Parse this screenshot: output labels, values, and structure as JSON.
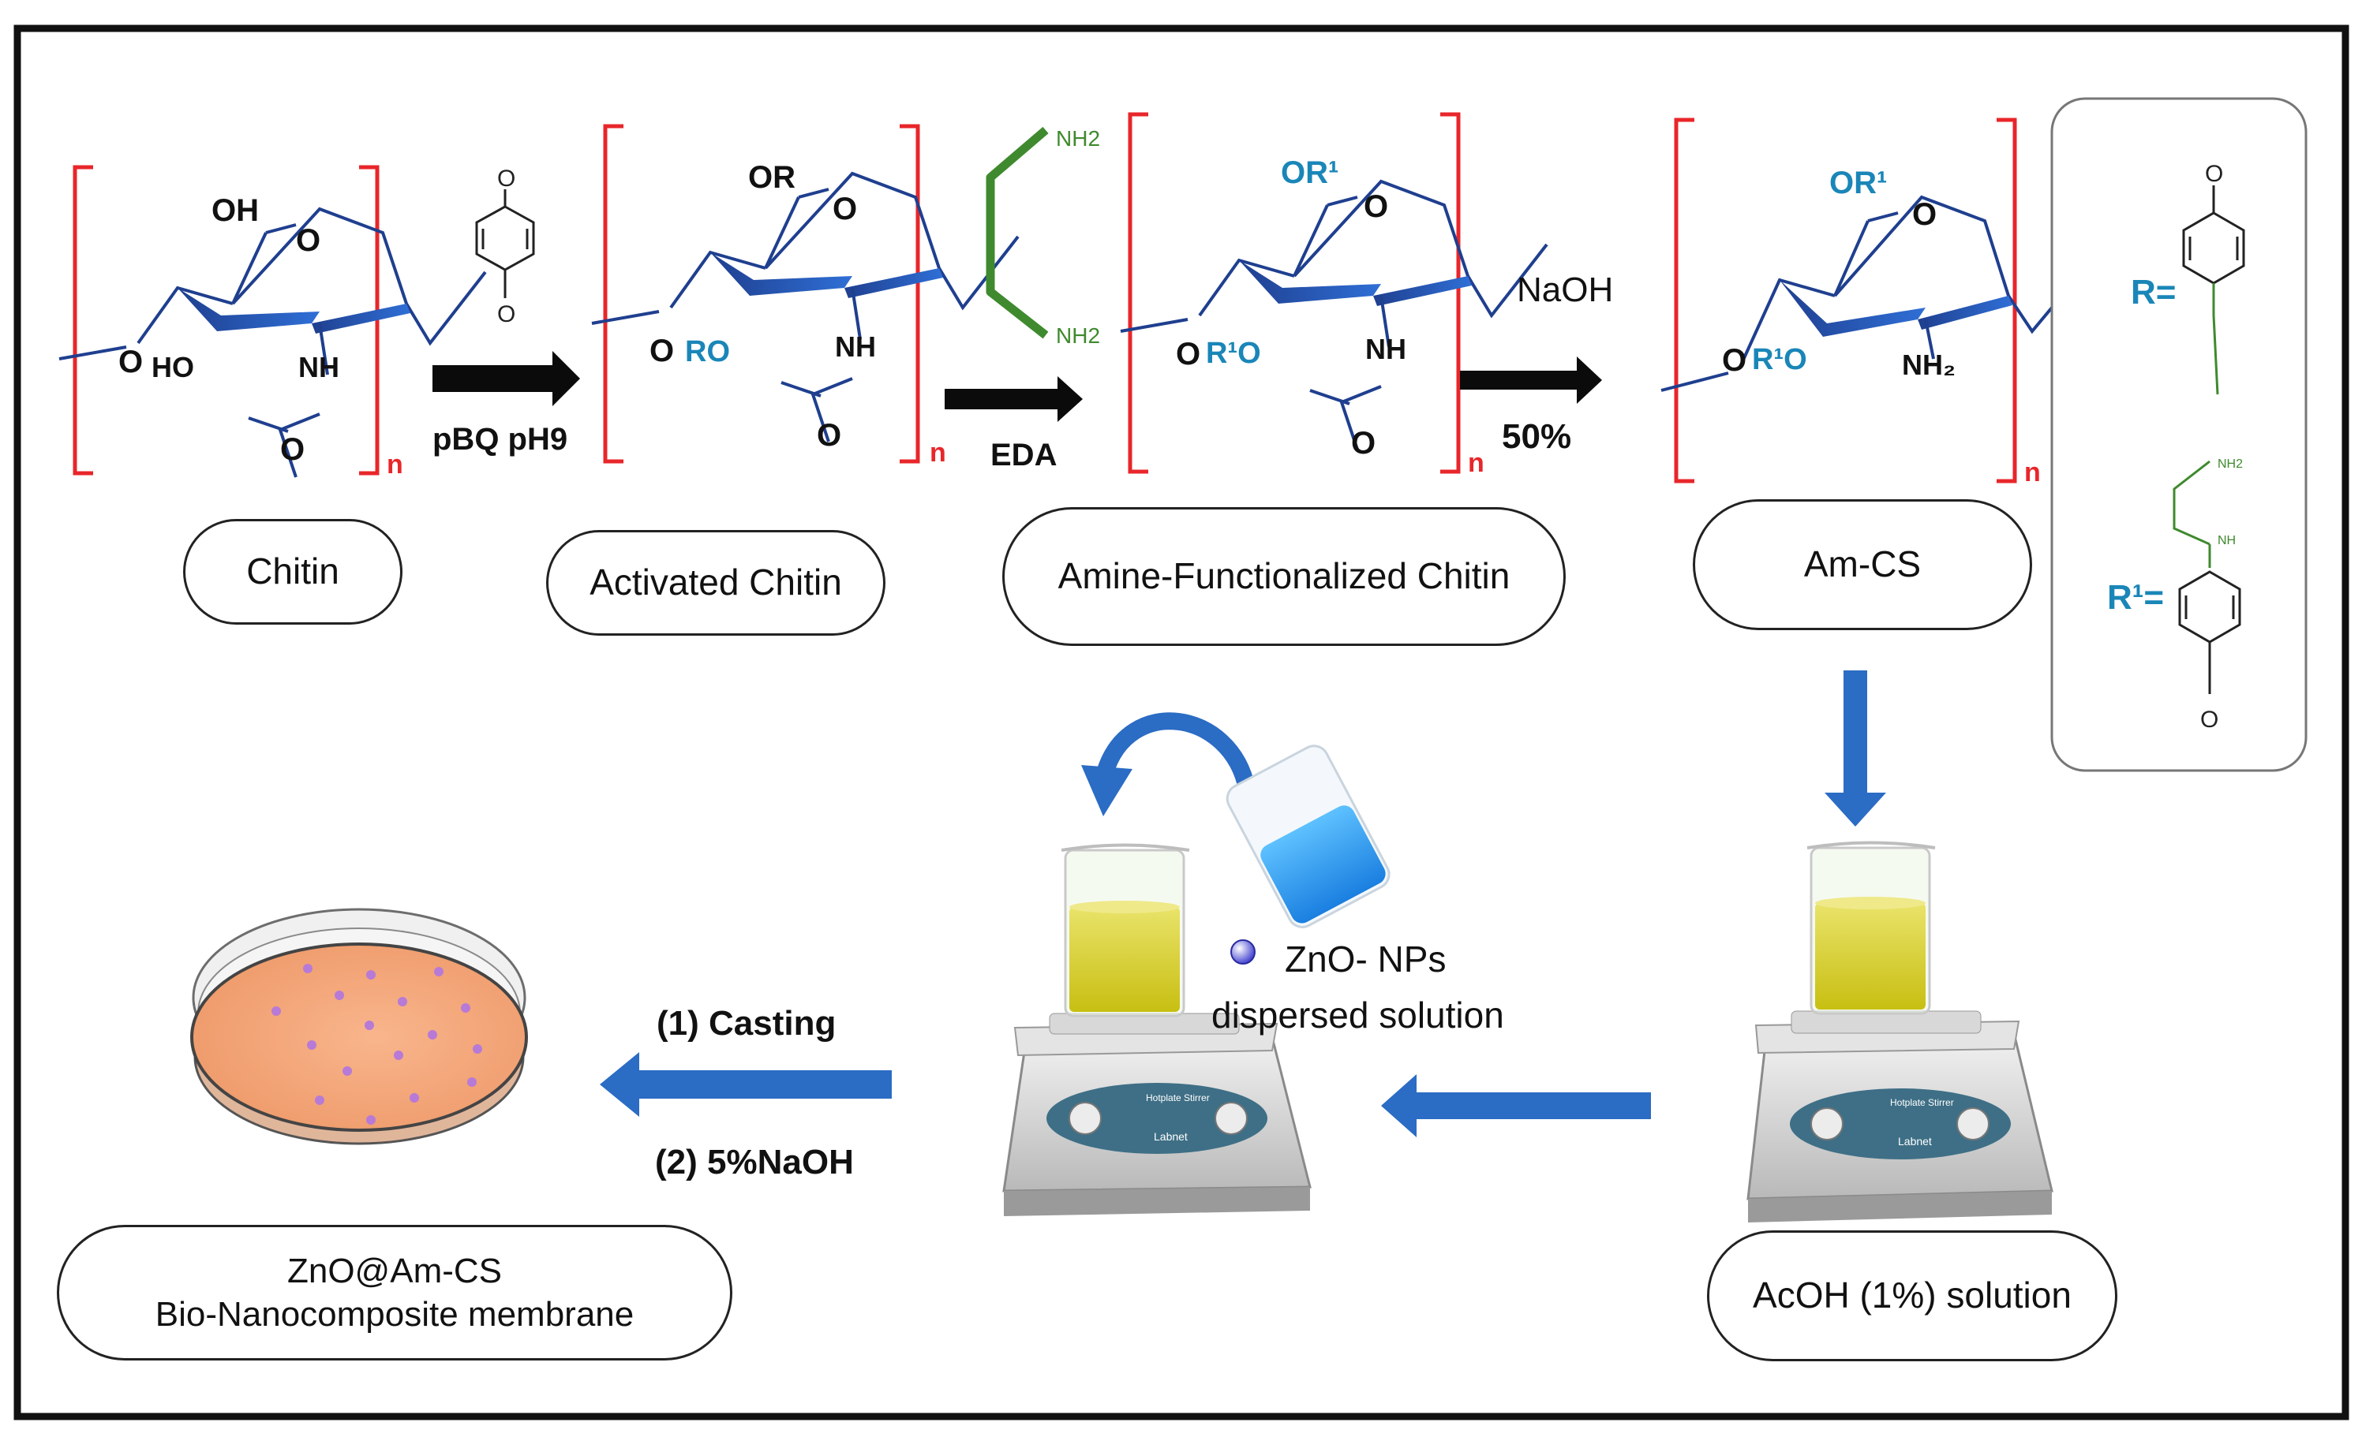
{
  "labels": {
    "chitin": "Chitin",
    "activated_chitin": "Activated Chitin",
    "amine_functionalized_chitin": "Amine-Functionalized Chitin",
    "am_cs": "Am-CS",
    "acoh_solution": "AcOH  (1%) solution",
    "product_line1": "ZnO@Am-CS",
    "product_line2": "Bio-Nanocomposite membrane"
  },
  "reagents": {
    "step1": "pBQ pH9",
    "step2": "EDA",
    "step3_top": "NaOH",
    "step3_bottom": "50%",
    "casting": "(1) Casting",
    "naoh_wash": "(2) 5%NaOH",
    "zno_line1": "ZnO- NPs",
    "zno_line2": "dispersed solution"
  },
  "structure_text": {
    "oh": "OH",
    "o": "O",
    "ho": "HO",
    "nh": "NH",
    "n": "n",
    "or": "OR",
    "ro": "RO",
    "or1": "OR¹",
    "r1o": "R¹O",
    "nh2": "NH2",
    "nh2_sub": "NH₂",
    "r_eq": "R=",
    "r1_eq": "R¹="
  },
  "devices": {
    "brand": "Labnet",
    "model": "Hotplate Stirrer"
  },
  "colors": {
    "bracket": "#e8262a",
    "bond": "#1f3f8f",
    "substituent": "#1a86b8",
    "eda": "#3f8a2e",
    "arrow_blue": "#2b6cc4",
    "liquid": "#d6cf2a",
    "dish": "#f4a97e"
  }
}
